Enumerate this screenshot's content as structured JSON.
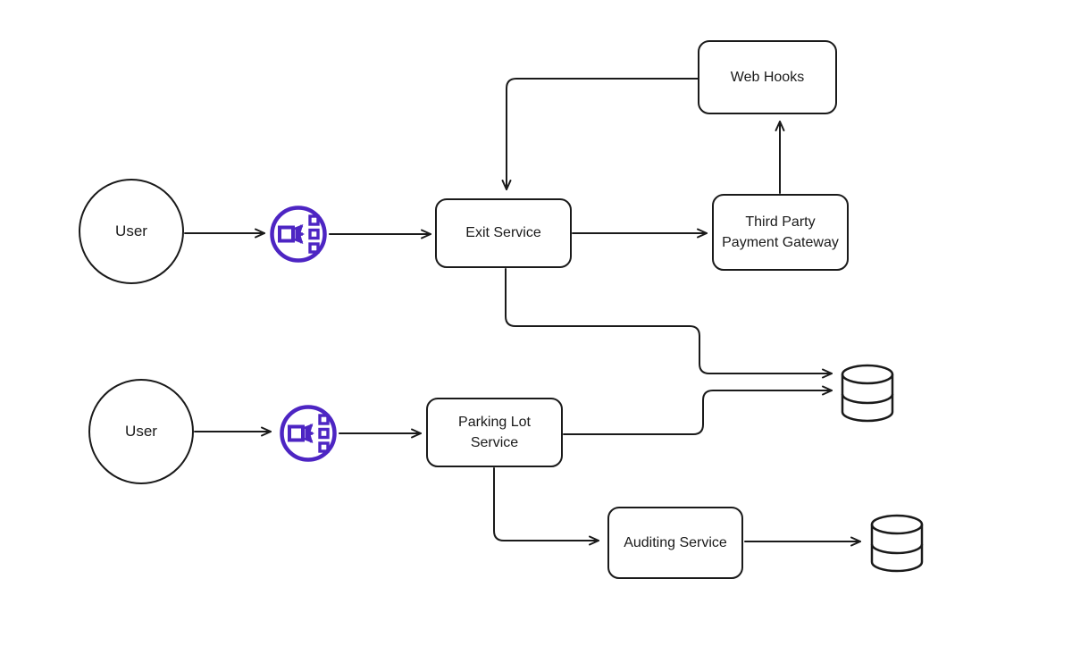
{
  "diagram": {
    "colors": {
      "stroke": "#1a1a1a",
      "accent": "#4d25c3",
      "background": "#ffffff"
    },
    "nodes": {
      "user_top": {
        "label": "User",
        "shape": "circle",
        "icon": null
      },
      "load_balancer_top": {
        "label": "",
        "shape": "icon",
        "icon": "load-balancer-icon"
      },
      "exit_service": {
        "label": "Exit Service",
        "shape": "rounded-rect",
        "icon": null
      },
      "web_hooks": {
        "label": "Web Hooks",
        "shape": "rounded-rect",
        "icon": null
      },
      "payment_gateway": {
        "label": "Third Party\nPayment Gateway",
        "shape": "rounded-rect",
        "icon": null
      },
      "user_bottom": {
        "label": "User",
        "shape": "circle",
        "icon": null
      },
      "load_balancer_bottom": {
        "label": "",
        "shape": "icon",
        "icon": "load-balancer-icon"
      },
      "parking_lot_service": {
        "label": "Parking Lot\nService",
        "shape": "rounded-rect",
        "icon": null
      },
      "auditing_service": {
        "label": "Auditing Service",
        "shape": "rounded-rect",
        "icon": null
      },
      "database_main": {
        "label": "",
        "shape": "icon",
        "icon": "database-icon"
      },
      "database_audit": {
        "label": "",
        "shape": "icon",
        "icon": "database-icon"
      }
    },
    "edges": [
      {
        "from": "user_top",
        "to": "load_balancer_top"
      },
      {
        "from": "load_balancer_top",
        "to": "exit_service"
      },
      {
        "from": "web_hooks",
        "to": "exit_service"
      },
      {
        "from": "exit_service",
        "to": "payment_gateway"
      },
      {
        "from": "payment_gateway",
        "to": "web_hooks"
      },
      {
        "from": "exit_service",
        "to": "database_main"
      },
      {
        "from": "user_bottom",
        "to": "load_balancer_bottom"
      },
      {
        "from": "load_balancer_bottom",
        "to": "parking_lot_service"
      },
      {
        "from": "parking_lot_service",
        "to": "database_main"
      },
      {
        "from": "parking_lot_service",
        "to": "auditing_service"
      },
      {
        "from": "auditing_service",
        "to": "database_audit"
      }
    ]
  }
}
